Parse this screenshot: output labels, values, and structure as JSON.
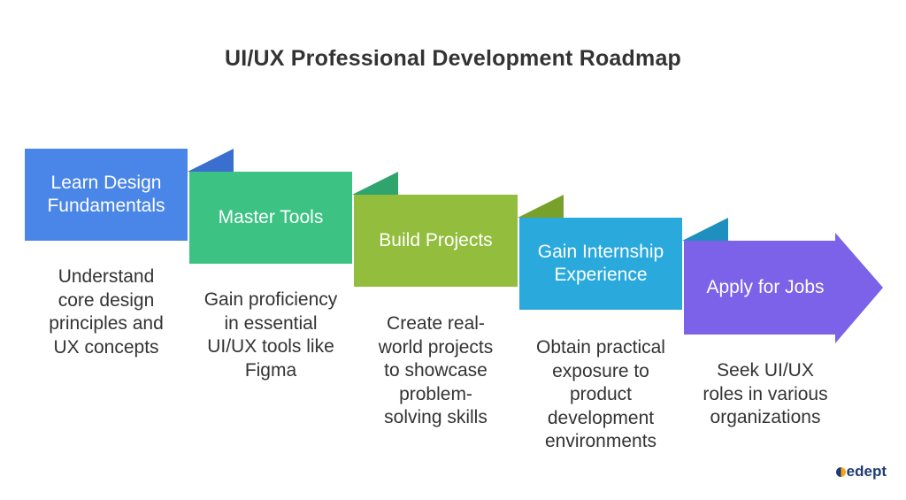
{
  "title": "UI/UX Professional Development Roadmap",
  "steps": [
    {
      "label": "Learn Design\nFundamentals",
      "description": "Understand\ncore design\nprinciples and\nUX concepts",
      "color": "#4a86e8"
    },
    {
      "label": "Master Tools",
      "description": "Gain proficiency\nin essential\nUI/UX tools like\nFigma",
      "color": "#3cc384"
    },
    {
      "label": "Build Projects",
      "description": "Create real-\nworld projects\nto showcase\nproblem-\nsolving skills",
      "color": "#92bd3d"
    },
    {
      "label": "Gain Internship\nExperience",
      "description": "Obtain practical\nexposure to\nproduct\ndevelopment\nenvironments",
      "color": "#29a9dc"
    },
    {
      "label": "Apply for Jobs",
      "description": "Seek UI/UX\nroles in various\norganizations",
      "color": "#7b62e8"
    }
  ],
  "fold_colors": [
    "#3a6fd0",
    "#2fa56d",
    "#78a12c",
    "#1e8fbf"
  ],
  "brand": {
    "text": "edept",
    "icon": "edept-logo-icon"
  }
}
